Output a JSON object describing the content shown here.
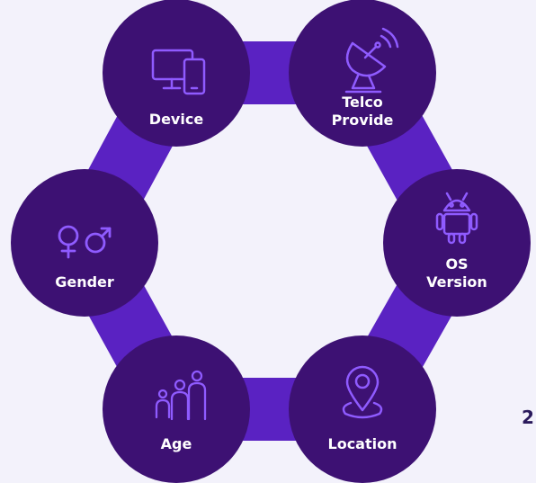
{
  "colors": {
    "background": "#f3f2fb",
    "ring": "#5a22c2",
    "node_fill": "#3d1173",
    "icon_stroke": "#8f5bff",
    "label": "#ffffff"
  },
  "nodes": [
    {
      "id": "device",
      "label": "Device",
      "icon": "device-icon"
    },
    {
      "id": "telco",
      "label": "Telco\nProvide",
      "icon": "satellite-dish-icon"
    },
    {
      "id": "os",
      "label": "OS\nVersion",
      "icon": "android-icon"
    },
    {
      "id": "location",
      "label": "Location",
      "icon": "location-pin-icon"
    },
    {
      "id": "age",
      "label": "Age",
      "icon": "family-icon"
    },
    {
      "id": "gender",
      "label": "Gender",
      "icon": "gender-icon"
    }
  ],
  "stray_text": "2"
}
